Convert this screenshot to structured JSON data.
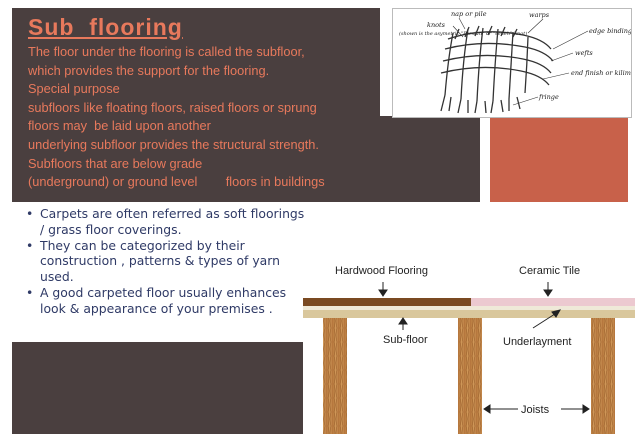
{
  "slide": {
    "title": "Sub  flooring",
    "paragraph_lines": [
      "The floor under the flooring is called the subfloor,",
      "which provides the support for the flooring.",
      "Special purpose",
      "subfloors like floating floors, raised floors or sprung",
      "floors may  be laid upon another",
      "underlying subfloor provides the structural strength.",
      "Subfloors that are below grade",
      "(underground) or ground level        floors in buildings"
    ],
    "colors": {
      "dark_panel": "#4a3f3f",
      "accent_text": "#e8795c",
      "rust_panel": "#c8614a",
      "bullet_text": "#2f3a66"
    }
  },
  "rug_diagram": {
    "labels": [
      "nap or pile",
      "warps",
      "knots",
      "(shown is the asymetric \"Persian\" or \"seneh\" knot)",
      "edge binding",
      "wefts",
      "end finish or kilim",
      "fringe"
    ]
  },
  "bullets": [
    "Carpets are often referred as soft floorings / grass floor coverings.",
    "They can be categorized by  their construction , patterns & types of yarn used.",
    "A good carpeted floor usually enhances look & appearance of your premises  ."
  ],
  "floor_diagram": {
    "labels": {
      "hardwood": "Hardwood Flooring",
      "ceramic": "Ceramic Tile",
      "subfloor": "Sub-floor",
      "underlayment": "Underlayment",
      "joists": "Joists"
    }
  }
}
